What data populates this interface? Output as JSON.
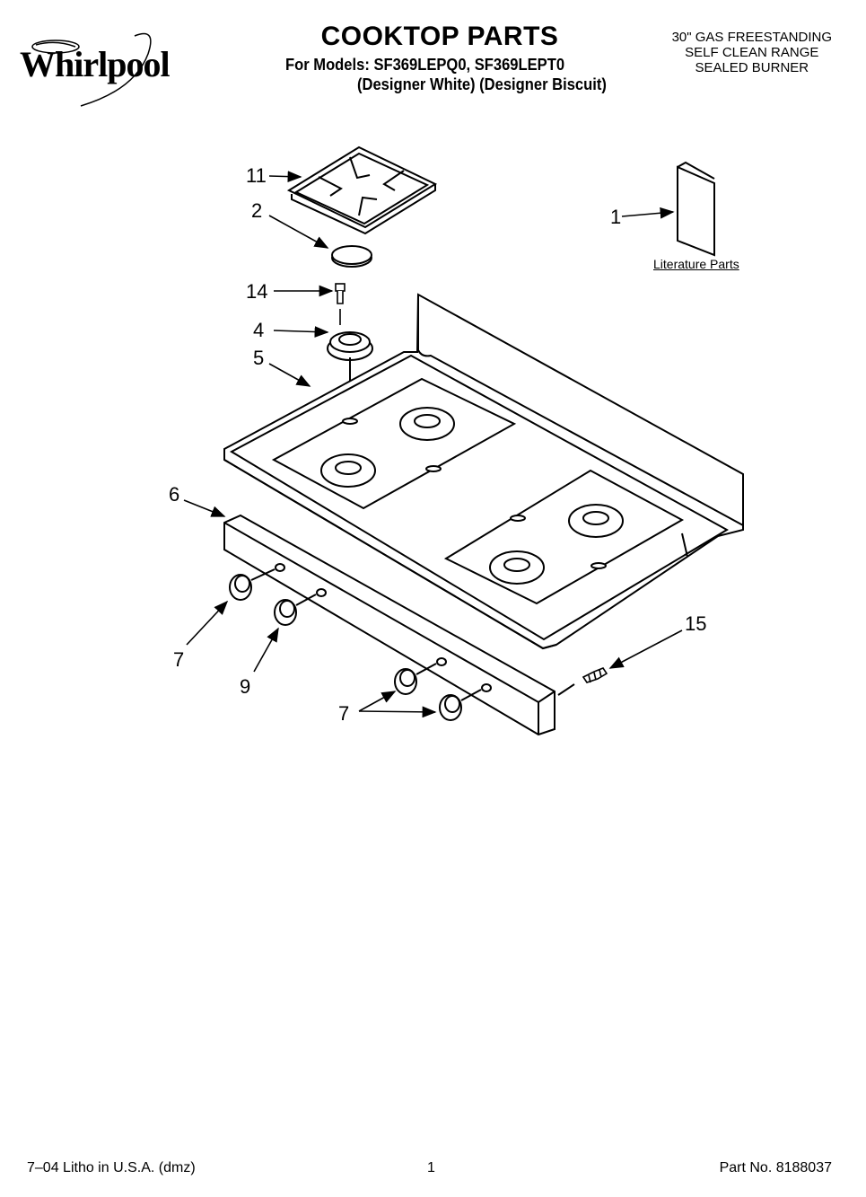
{
  "header": {
    "brand": "Whirlpool",
    "title": "COOKTOP PARTS",
    "models_line": "For Models: SF369LEPQ0, SF369LEPT0",
    "variants_line": "(Designer White) (Designer Biscuit)",
    "spec_lines": [
      "30\" GAS FREESTANDING",
      "SELF CLEAN RANGE",
      "SEALED BURNER"
    ]
  },
  "callouts": {
    "c11": "11",
    "c2": "2",
    "c14": "14",
    "c4": "4",
    "c5": "5",
    "c1": "1",
    "c6": "6",
    "c7a": "7",
    "c9": "9",
    "c7b": "7",
    "c15": "15"
  },
  "literature_label": "Literature Parts",
  "footer": {
    "left": "7–04 Litho in U.S.A. (dmz)",
    "center": "1",
    "right": "Part No. 8188037"
  }
}
